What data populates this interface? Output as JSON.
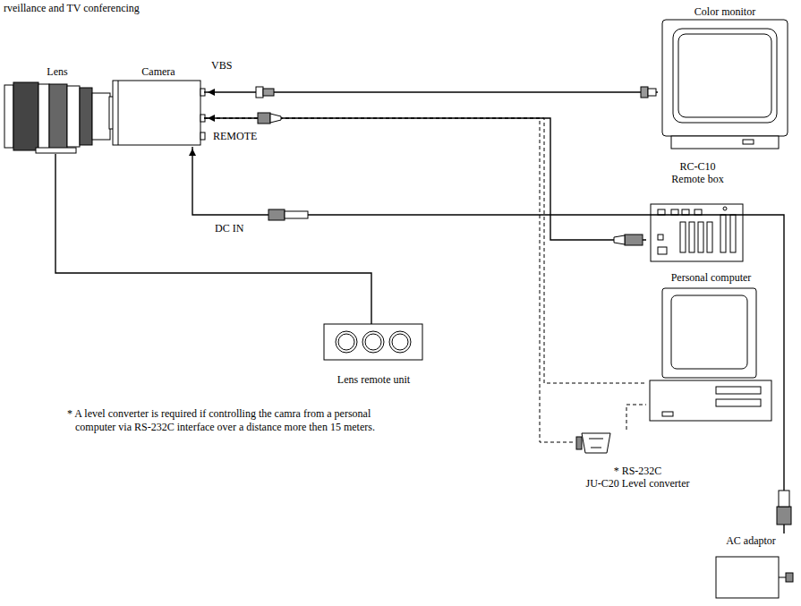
{
  "diagram": {
    "title": "rveillance and TV conferencing",
    "nodes": [
      {
        "text": [
          "Lens"
        ]
      },
      {
        "text": [
          "Camera"
        ]
      },
      {
        "text": [
          "Color monitor"
        ]
      },
      {
        "text": [
          "RC-C10",
          "Remote box"
        ]
      },
      {
        "text": [
          "Personal computer"
        ]
      },
      {
        "text": [
          "Lens remote unit"
        ]
      },
      {
        "text": [
          "* RS-232C",
          "JU-C20 Level converter"
        ]
      },
      {
        "text": [
          "AC adaptor"
        ]
      }
    ],
    "edges": [
      {
        "from": 1,
        "to": 2,
        "arrow": "none"
      },
      {
        "from": 1,
        "to": 3,
        "arrow": "none"
      },
      {
        "from": 1,
        "to": 7,
        "arrow": "none"
      },
      {
        "from": 0,
        "to": 5,
        "arrow": "none"
      },
      {
        "from": 1,
        "to": 4,
        "arrow": "none"
      },
      {
        "from": 1,
        "to": 6,
        "arrow": "none"
      },
      {
        "from": 6,
        "to": 4,
        "arrow": "none"
      }
    ],
    "labels": [
      "VBS",
      "REMOTE",
      "DC IN",
      "* A level converter is required if controlling the camra from a personal computer via RS-232C interface over a distance more then 15 meters."
    ]
  }
}
